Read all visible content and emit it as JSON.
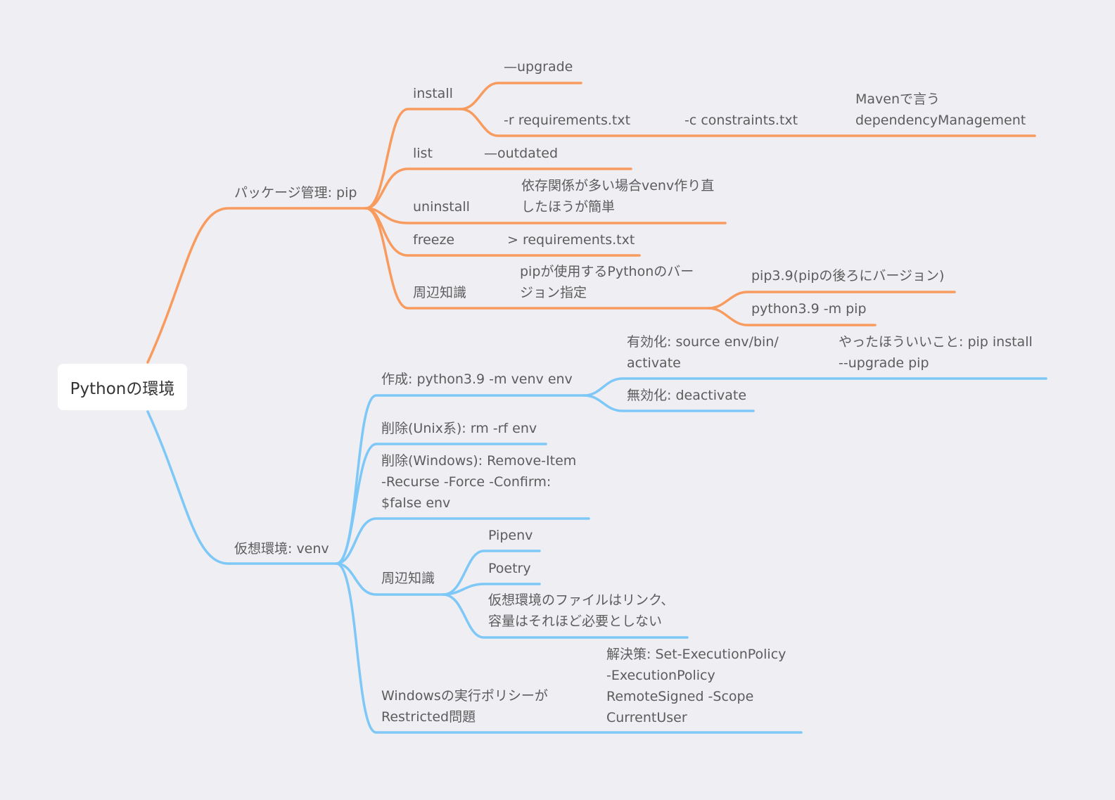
{
  "colors": {
    "background": "#efeef3",
    "pip_branch": "#f89b5e",
    "venv_branch": "#7ec8f7",
    "root_box": "#ffffff",
    "text": "#5c5c5c"
  },
  "root": "Pythonの環境",
  "pip": {
    "title": "パッケージ管理: pip",
    "install": "install",
    "upgrade": "—upgrade",
    "requirements": "-r requirements.txt",
    "constraints": "-c constraints.txt",
    "maven": "Mavenで言う\ndependencyManagement",
    "list": "list",
    "outdated": "—outdated",
    "uninstall": "uninstall",
    "uninstall_note": "依存関係が多い場合venv作り直\nしたほうが簡単",
    "freeze": "freeze",
    "freeze_target": "> requirements.txt",
    "knowledge": "周辺知識",
    "version_spec": "pipが使用するPythonのバー\nジョン指定",
    "pip39": "pip3.9(pipの後ろにバージョン)",
    "python39": "python3.9 -m pip"
  },
  "venv": {
    "title": "仮想環境: venv",
    "create": "作成: python3.9 -m venv env",
    "activate": "有効化: source env/bin/\nactivate",
    "upgrade_pip": "やったほういいこと: pip install\n--upgrade pip",
    "deactivate": "無効化: deactivate",
    "delete_unix": "削除(Unix系): rm -rf env",
    "delete_windows": "削除(Windows): Remove-Item\n-Recurse -Force -Confirm:\n$false env",
    "knowledge": "周辺知識",
    "pipenv": "Pipenv",
    "poetry": "Poetry",
    "links": "仮想環境のファイルはリンク、\n容量はそれほど必要としない",
    "exec_policy": "Windowsの実行ポリシーが\nRestricted問題",
    "solution": "解決策: Set-ExecutionPolicy\n-ExecutionPolicy\nRemoteSigned -Scope\nCurrentUser"
  }
}
